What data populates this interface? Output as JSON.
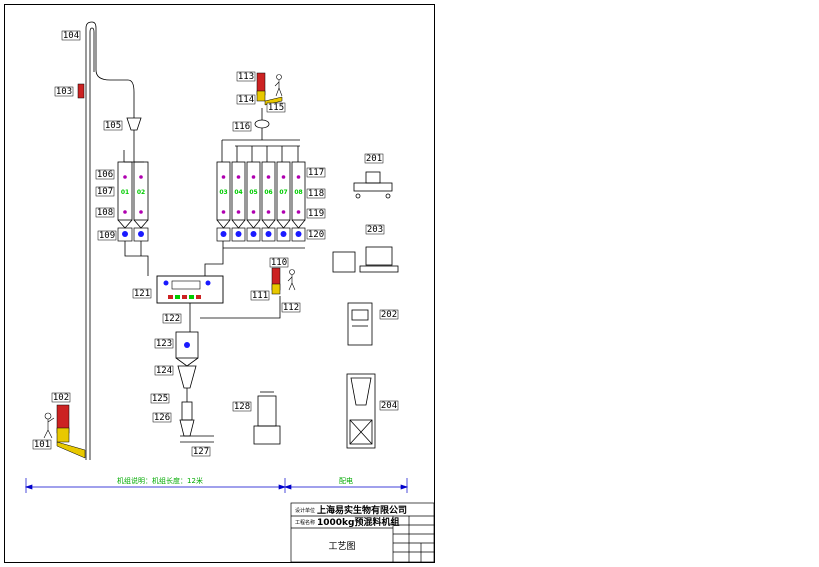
{
  "title_block": {
    "company_prefix": "设计单位",
    "company": "上海易实生物有限公司",
    "project_prefix": "工程名称",
    "project": "1000kg预混料机组",
    "drawing_name": "工艺图"
  },
  "dimension_labels": {
    "left": "机组说明：机组长度：12米",
    "right": "配电"
  },
  "bin_numbers_left": [
    "01",
    "02"
  ],
  "bin_numbers_right": [
    "03",
    "04",
    "05",
    "06",
    "07",
    "08"
  ],
  "callouts": {
    "c101": "101",
    "c102": "102",
    "c103": "103",
    "c104": "104",
    "c105": "105",
    "c106": "106",
    "c107": "107",
    "c108": "108",
    "c109": "109",
    "c110": "110",
    "c111": "111",
    "c112": "112",
    "c113": "113",
    "c114": "114",
    "c115": "115",
    "c116": "116",
    "c117": "117",
    "c118": "118",
    "c119": "119",
    "c120": "120",
    "c121": "121",
    "c122": "122",
    "c123": "123",
    "c124": "124",
    "c125": "125",
    "c126": "126",
    "c127": "127",
    "c128": "128",
    "c201": "201",
    "c202": "202",
    "c203": "203",
    "c204": "204"
  },
  "colors": {
    "line": "#000000",
    "bin_outline": "#000000",
    "valve_blue": "#1a1aff",
    "dot_magenta": "#b000b0",
    "slot_green": "#00cc00",
    "motor_red": "#cc2222",
    "motor_yellow": "#e8c800",
    "dim_green": "#00aa00"
  }
}
